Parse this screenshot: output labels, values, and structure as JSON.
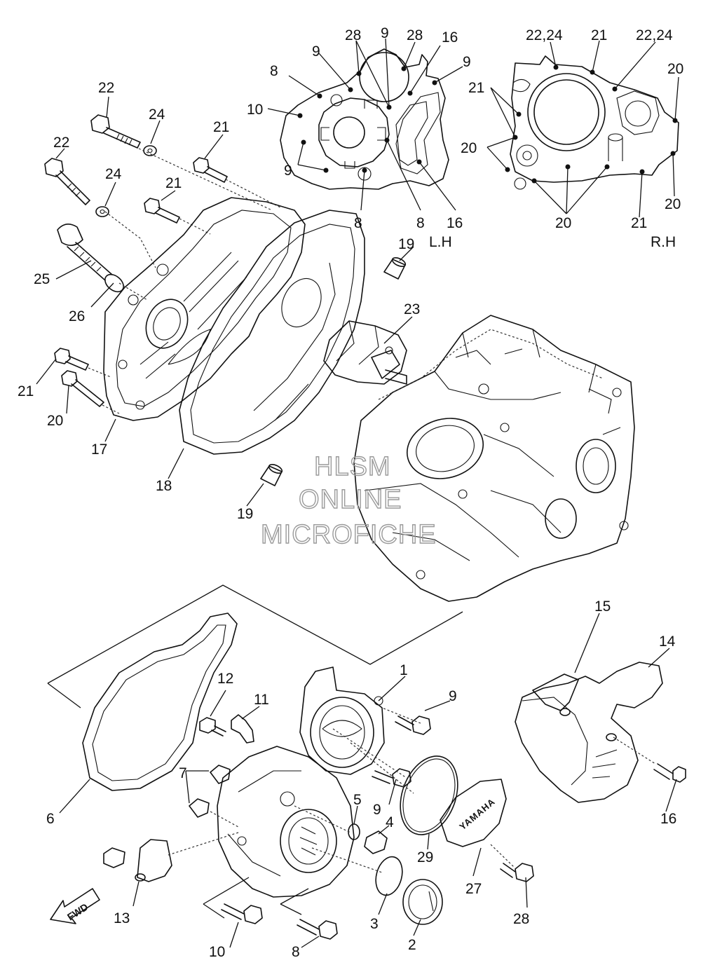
{
  "diagram": {
    "side_labels": {
      "left_hand": "L.H",
      "right_hand": "R.H"
    },
    "watermark": [
      "HLSM",
      "ONLINE",
      "MICROFICHE"
    ],
    "direction_arrow": "FWD",
    "brand_mark": "YAMAHA",
    "callouts": {
      "c1": "1",
      "c2": "2",
      "c3": "3",
      "c4": "4",
      "c5": "5",
      "c6": "6",
      "c7": "7",
      "c8": "8",
      "c9": "9",
      "c10": "10",
      "c11": "11",
      "c12": "12",
      "c13": "13",
      "c14": "14",
      "c15": "15",
      "c16": "16",
      "c17": "17",
      "c18": "18",
      "c19": "19",
      "c20": "20",
      "c21": "21",
      "c22": "22",
      "c23": "23",
      "c24": "24",
      "c25": "25",
      "c26": "26",
      "c27": "27",
      "c28": "28",
      "c29": "29",
      "c22_24": "22,24"
    }
  }
}
